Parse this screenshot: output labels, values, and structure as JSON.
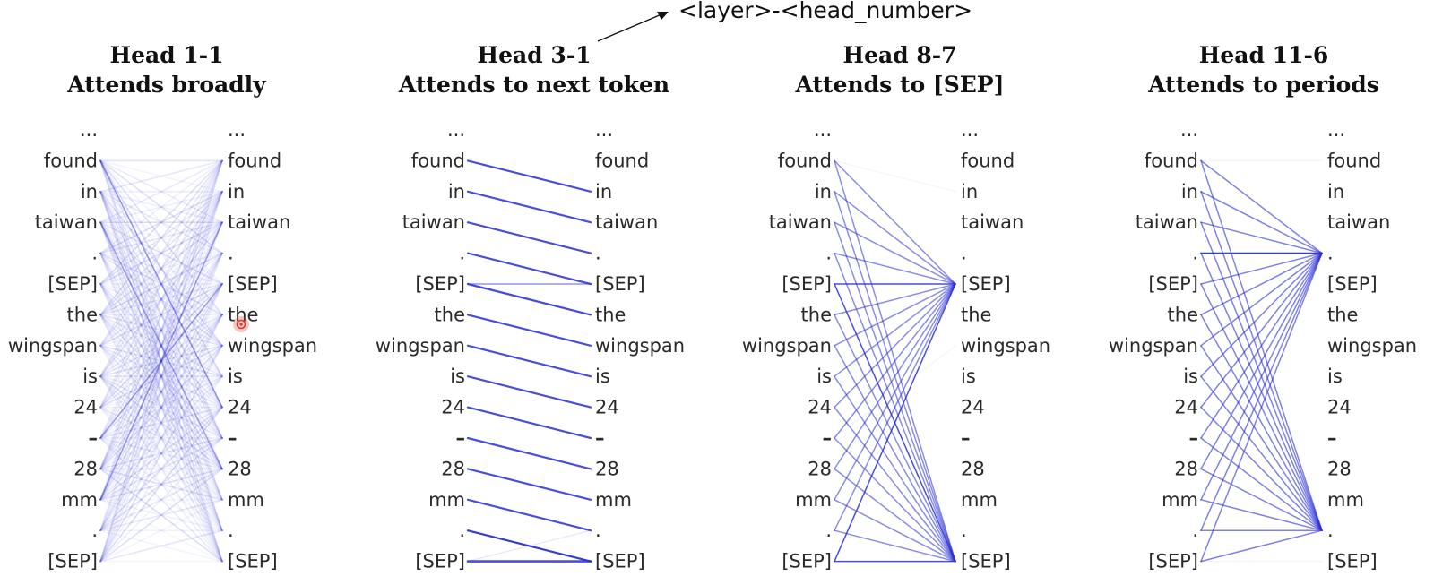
{
  "annotation": {
    "text": "<layer>-<head_number>"
  },
  "tokens": [
    "...",
    "found",
    "in",
    "taiwan",
    ".",
    "[SEP]",
    "the",
    "wingspan",
    "is",
    "24",
    "–",
    "28",
    "mm",
    ".",
    "[SEP]"
  ],
  "heads": [
    {
      "title": "Head 1-1",
      "subtitle": "Attends broadly",
      "pattern": "broad"
    },
    {
      "title": "Head 3-1",
      "subtitle": "Attends to next token",
      "pattern": "next-token"
    },
    {
      "title": "Head 8-7",
      "subtitle": "Attends to [SEP]",
      "pattern": "sep"
    },
    {
      "title": "Head 11-6",
      "subtitle": "Attends to periods",
      "pattern": "periods"
    }
  ],
  "colors": {
    "line": "#2a2fd6",
    "text": "#2a2a2a",
    "cursor": "#d93a2b"
  }
}
